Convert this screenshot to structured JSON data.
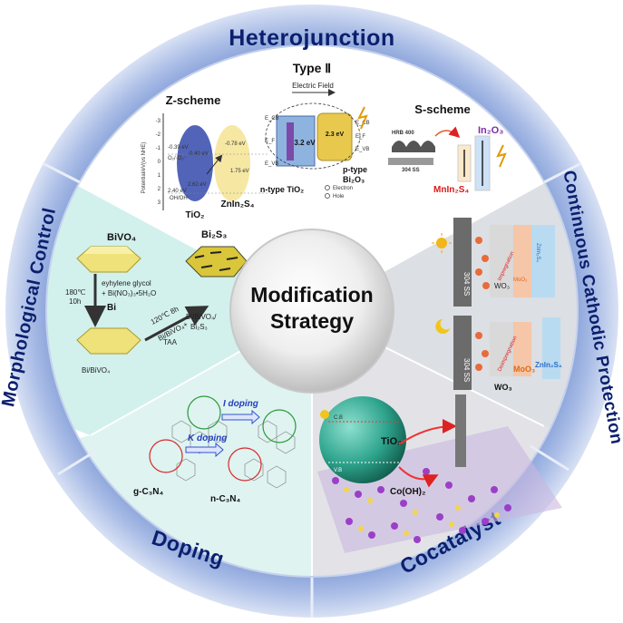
{
  "center": {
    "line1": "Modification",
    "line2": "Strategy"
  },
  "ring": {
    "top": "Heterojunction",
    "left": "Morphological Control",
    "right": "Continuous Cathodic Protection",
    "bottom_left": "Doping",
    "bottom_right": "Cocatalyst"
  },
  "heterojunction": {
    "type_label": "Type Ⅱ",
    "zscheme": {
      "title": "Z-scheme",
      "axis_label": "Potential/eV(vs NHE)",
      "ticks": [
        "-3",
        "-2",
        "-1",
        "0",
        "1",
        "2",
        "3"
      ],
      "vals": [
        "-0.39 eV",
        "-0.78 eV",
        "-0.40 eV",
        "1.75 eV",
        "2.62 eV",
        "2.40 eV"
      ],
      "species": [
        "O₂/·O₂⁻",
        "·OH/OH⁻"
      ],
      "tio2": "TiO₂",
      "znin2s4": "ZnIn₂S₄"
    },
    "type2": {
      "electric_field": "Electric Field",
      "ntype": "n-type TiO₂",
      "ptype": "p-type",
      "bi2o3": "Bi₂O₃",
      "band_ntype": "3.2 eV",
      "band_ptype": "2.3 eV",
      "ecb": "E_CB",
      "evb": "E_VB",
      "ef": "E_F",
      "electron": "Electron",
      "hole": "Hole"
    },
    "sscheme": {
      "title": "S-scheme",
      "hrb": "HRB 400",
      "ss304": "304 SS",
      "in2o3": "In₂O₃",
      "mnin2s4": "MnIn₂S₄"
    }
  },
  "morphology": {
    "bivo4": "BiVO₄",
    "cond1": "180℃",
    "cond1b": "10h",
    "reagent1": "eyhylene glycol",
    "reagent2": "+ Bi(NO₃)₃•5H₂O",
    "bi": "Bi",
    "bi_bivo4": "Bi/BiVO₄",
    "bi2s3": "Bi₂S₃",
    "cond2": "120℃ 8h",
    "cond2b": "Bi/BiVO₄+",
    "cond2c": "TAA",
    "product1": "Bi/BiVO₄/",
    "product2": "Bi₂S₃"
  },
  "cathodic": {
    "ss": "304 SS",
    "wo3": "WO₃",
    "moo3": "MoO₃",
    "znin2s4": "ZnIn₂S₄",
    "impregnation": "Impregnation",
    "deimpregnation": "Deimpregnation"
  },
  "doping": {
    "i_doping": "I doping",
    "k_doping": "K doping",
    "gc3n4": "g-C₃N₄",
    "nc3n4": "n-C₃N₄"
  },
  "cocatalyst": {
    "tio2": "TiO₂",
    "cooh2": "Co(OH)₂",
    "cb": "C.B",
    "vb": "V.B"
  },
  "colors": {
    "ring_blue": "#8aa3d6",
    "label_navy": "#0b1f6e",
    "morph_bg": "#d2f0ec",
    "doping_bg": "#dff3f1",
    "cathodic_bg": "#dde0e4",
    "cocat_bg": "#e4e4e8",
    "hetero_bg": "#ffffff"
  }
}
